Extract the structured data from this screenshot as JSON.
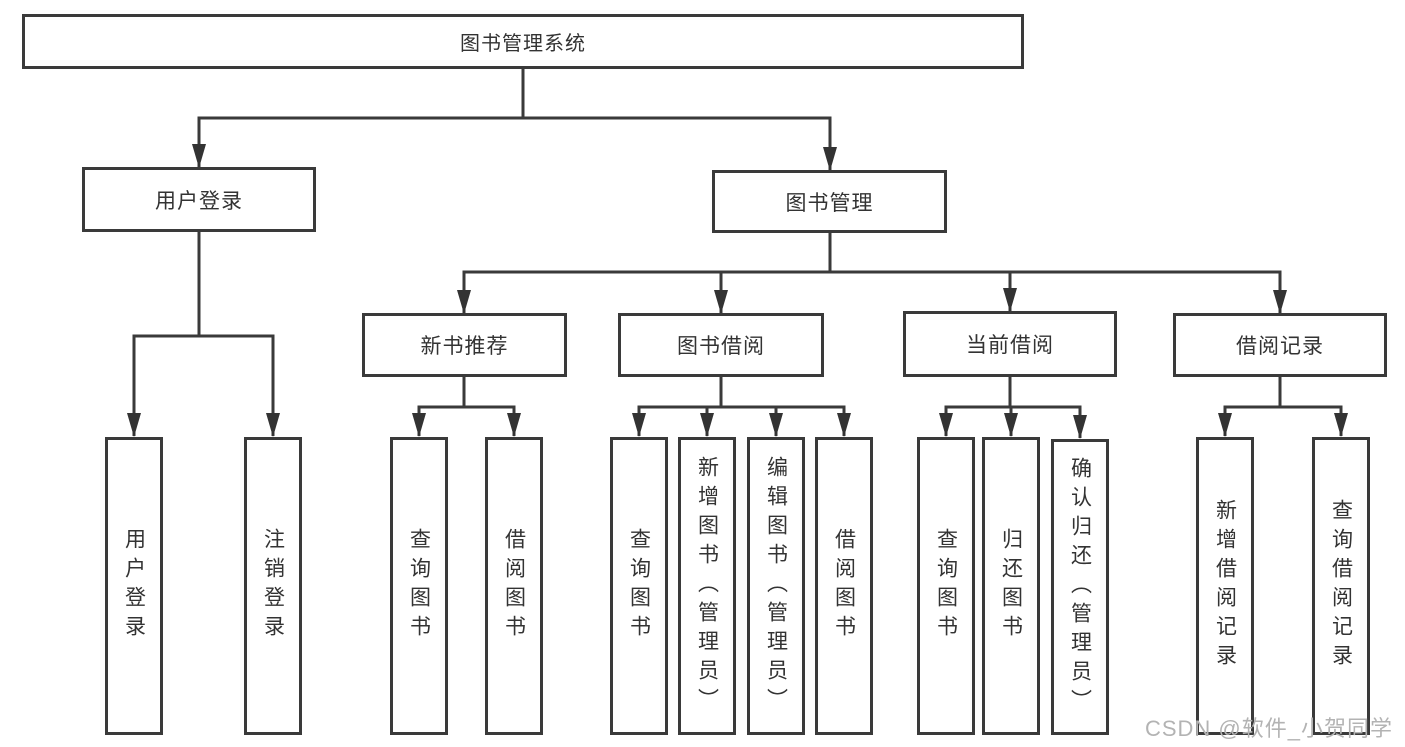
{
  "tree": {
    "root": "图书管理系统",
    "branches": [
      {
        "label": "用户登录",
        "children": [
          {
            "label": "用户登录"
          },
          {
            "label": "注销登录"
          }
        ]
      },
      {
        "label": "图书管理",
        "children": [
          {
            "label": "新书推荐",
            "children": [
              {
                "label": "查询图书"
              },
              {
                "label": "借阅图书"
              }
            ]
          },
          {
            "label": "图书借阅",
            "children": [
              {
                "label": "查询图书"
              },
              {
                "label": "新增图书（管理员）"
              },
              {
                "label": "编辑图书（管理员）"
              },
              {
                "label": "借阅图书"
              }
            ]
          },
          {
            "label": "当前借阅",
            "children": [
              {
                "label": "查询图书"
              },
              {
                "label": "归还图书"
              },
              {
                "label": "确认归还（管理员）"
              }
            ]
          },
          {
            "label": "借阅记录",
            "children": [
              {
                "label": "新增借阅记录"
              },
              {
                "label": "查询借阅记录"
              }
            ]
          }
        ]
      }
    ]
  },
  "watermark": {
    "text": "CSDN @软件_小贺同学"
  },
  "colors": {
    "line": "#3a3a3a",
    "border": "#3a3a3a",
    "text": "#333333",
    "watermark": "#b3b3b3",
    "background": "#ffffff"
  }
}
